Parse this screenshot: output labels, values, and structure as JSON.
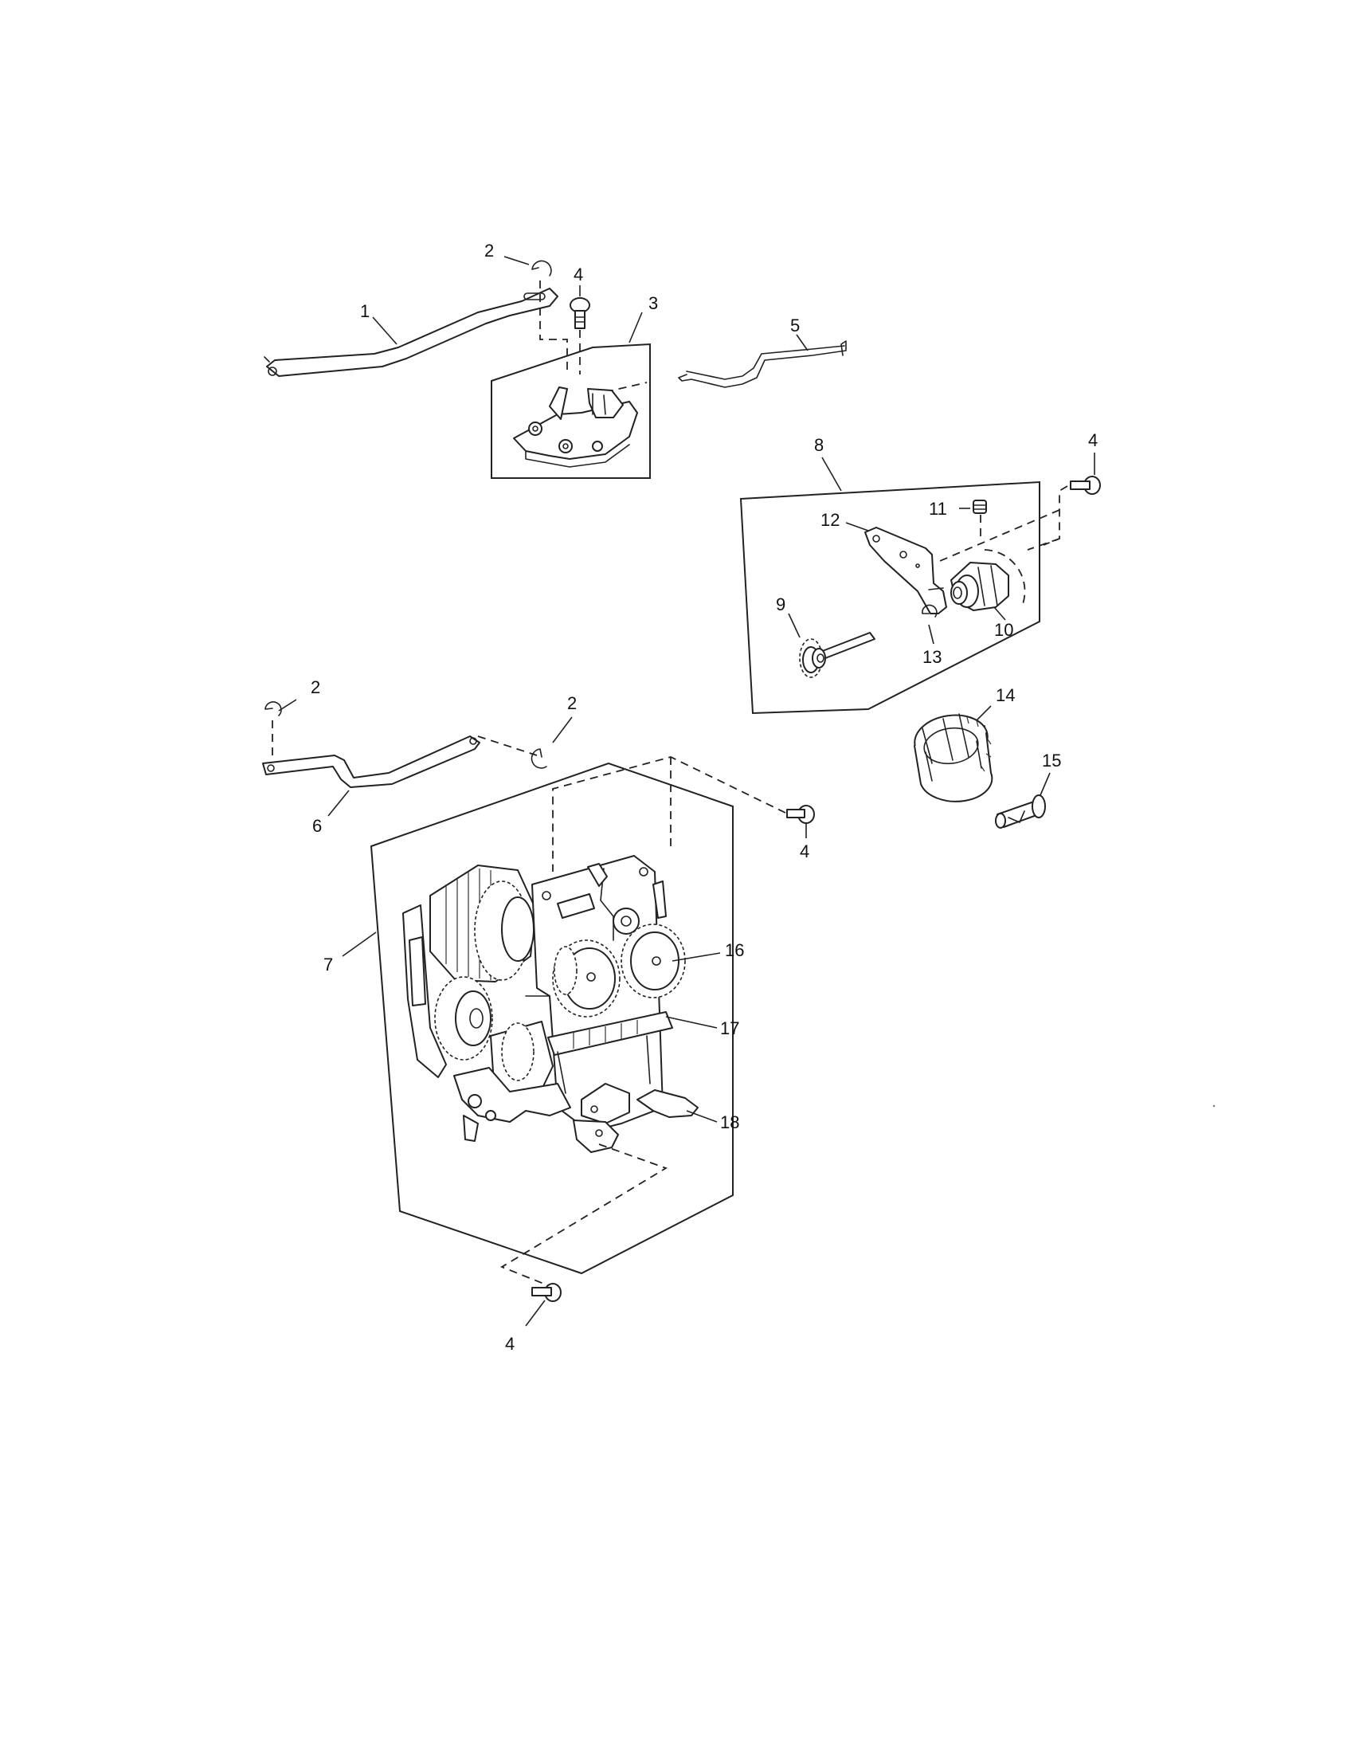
{
  "callouts": {
    "c1": "1",
    "c2a": "2",
    "c2b": "2",
    "c2c": "2",
    "c3": "3",
    "c4a": "4",
    "c4b": "4",
    "c4c": "4",
    "c4d": "4",
    "c5": "5",
    "c6": "6",
    "c7": "7",
    "c8": "8",
    "c9": "9",
    "c10": "10",
    "c11": "11",
    "c12": "12",
    "c13": "13",
    "c14": "14",
    "c15": "15",
    "c16": "16",
    "c17": "17",
    "c18": "18"
  }
}
